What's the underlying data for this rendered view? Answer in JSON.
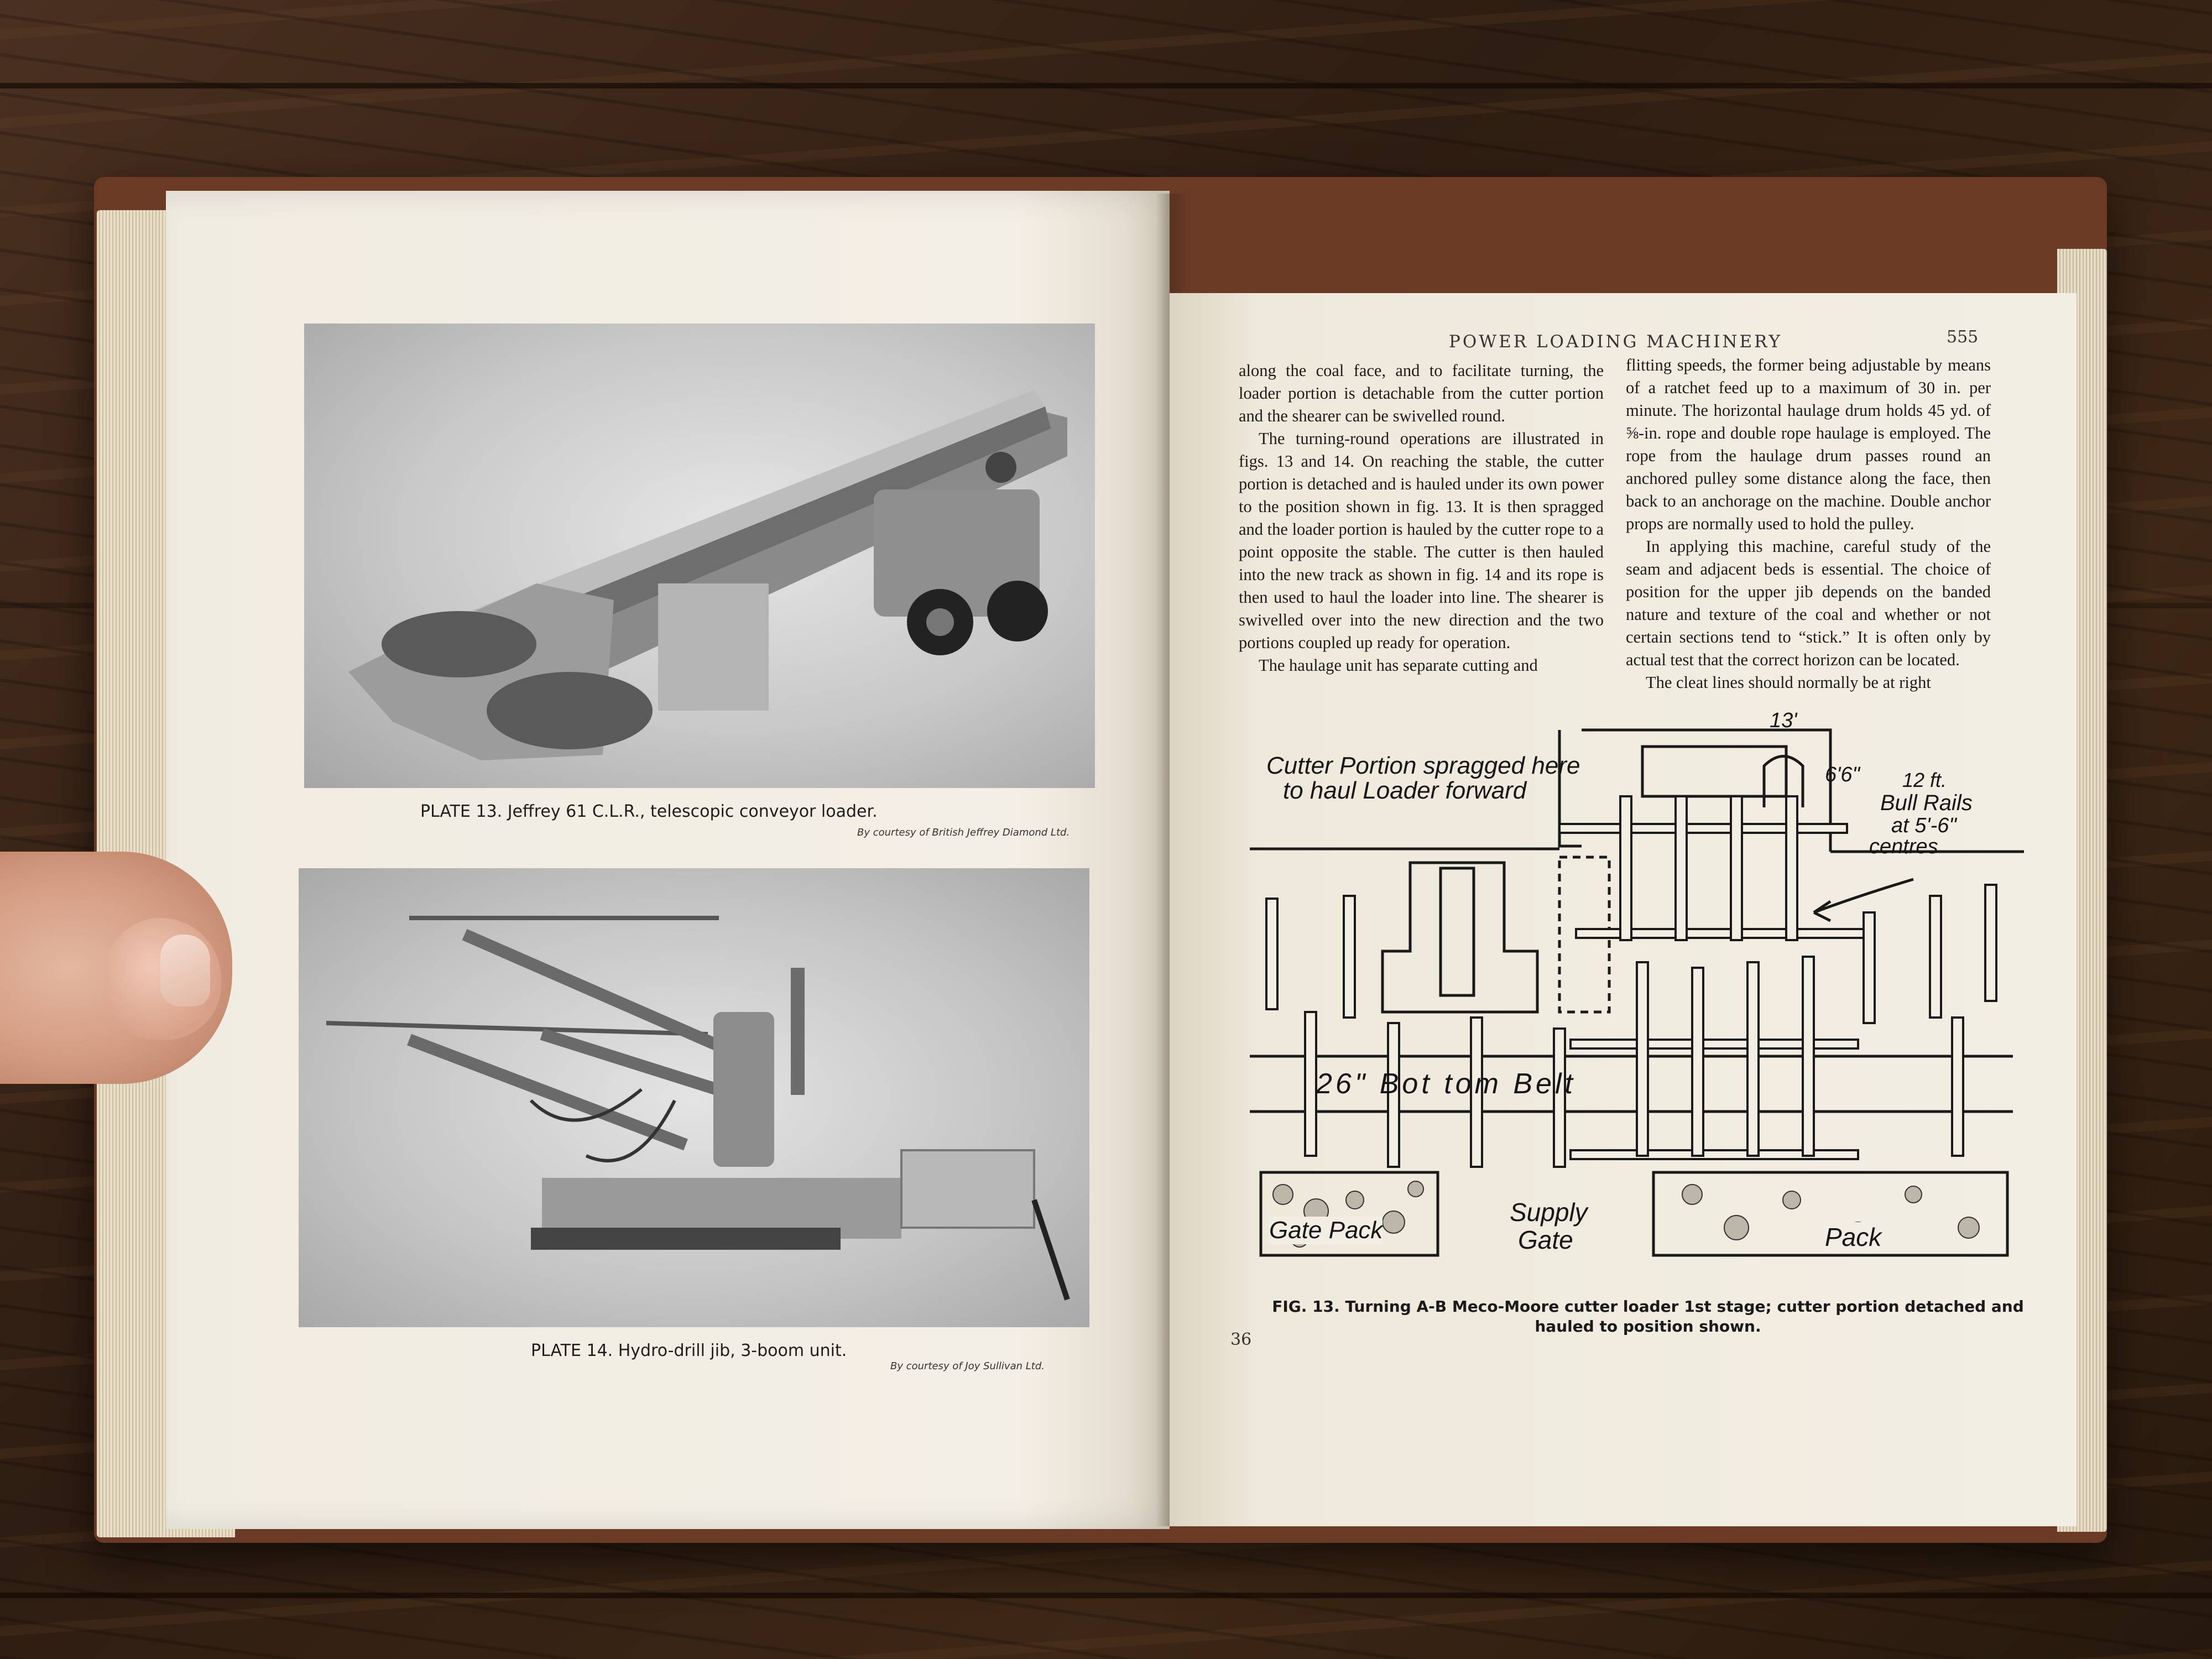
{
  "left_page": {
    "plate13_caption": "PLATE 13. Jeffrey 61 C.L.R., telescopic conveyor loader.",
    "plate13_credit": "By courtesy of British Jeffrey Diamond Ltd.",
    "plate14_caption": "PLATE 14. Hydro-drill jib, 3-boom unit.",
    "plate14_credit": "By courtesy of Joy Sullivan Ltd.",
    "page_number": "36"
  },
  "right_page": {
    "running_head": "POWER LOADING MACHINERY",
    "page_number": "555",
    "col1": [
      "along the coal face, and to facilitate turning, the loader portion is detachable from the cutter portion and the shearer can be swivelled round.",
      "The turning-round operations are illustrated in figs. 13 and 14. On reaching the stable, the cutter portion is detached and is hauled under its own power to the position shown in fig. 13. It is then spragged and the loader portion is hauled by the cutter rope to a point opposite the stable. The cutter is then hauled into the new track as shown in fig. 14 and its rope is then used to haul the loader into line. The shearer is swivelled over into the new direction and the two portions coupled up ready for operation.",
      "The haulage unit has separate cutting and"
    ],
    "col2": [
      "flitting speeds, the former being adjustable by means of a ratchet feed up to a maximum of 30 in. per minute. The horizontal haulage drum holds 45 yd. of ⅝-in. rope and double rope haulage is employed. The rope from the haulage drum passes round an anchored pulley some distance along the face, then back to an anchorage on the machine. Double anchor props are normally used to hold the pulley.",
      "In applying this machine, careful study of the seam and adjacent beds is essential. The choice of position for the upper jib depends on the banded nature and texture of the coal and whether or not certain sections tend to “stick.” It is often only by actual test that the correct horizon can be located.",
      "The cleat lines should normally be at right"
    ],
    "figure": {
      "label_cutter_line1": "Cutter Portion spragged here",
      "label_cutter_line2": "to haul Loader forward",
      "label_13": "13'",
      "label_66": "6'6\"",
      "label_12ft": "12 ft.",
      "label_bull": "Bull Rails",
      "label_at": "at 5'-6\"",
      "label_centres": "centres",
      "label_belt": "26\" Bot tom Belt",
      "label_gate_pack": "Gate Pack",
      "label_supply": "Supply",
      "label_gate": "Gate",
      "label_pack": "Pack",
      "caption": "FIG. 13. Turning A-B Meco-Moore cutter loader 1st stage; cutter portion detached and hauled to position shown."
    }
  }
}
